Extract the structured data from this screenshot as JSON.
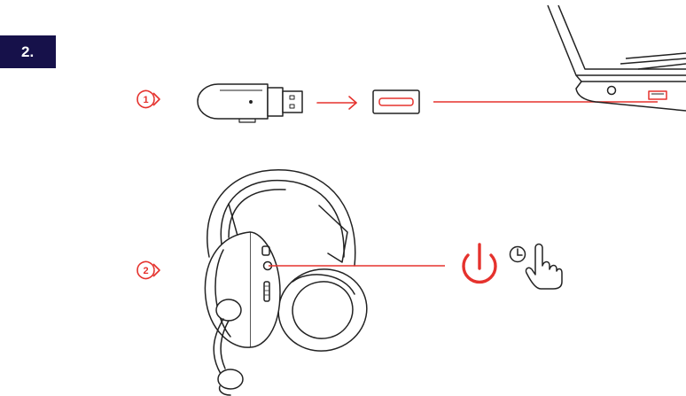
{
  "step": {
    "label": "2."
  },
  "markers": [
    {
      "number": "1"
    },
    {
      "number": "2"
    }
  ],
  "icons": {
    "dongle": "usb-dongle-icon",
    "arrow": "arrow-right-icon",
    "port": "usb-port-icon",
    "laptop": "laptop-icon",
    "headset": "headset-icon",
    "power": "power-icon",
    "clock": "clock-icon",
    "hand": "pointing-hand-icon"
  },
  "colors": {
    "accent": "#e5322d",
    "badge": "#16114a",
    "line": "#222222"
  }
}
